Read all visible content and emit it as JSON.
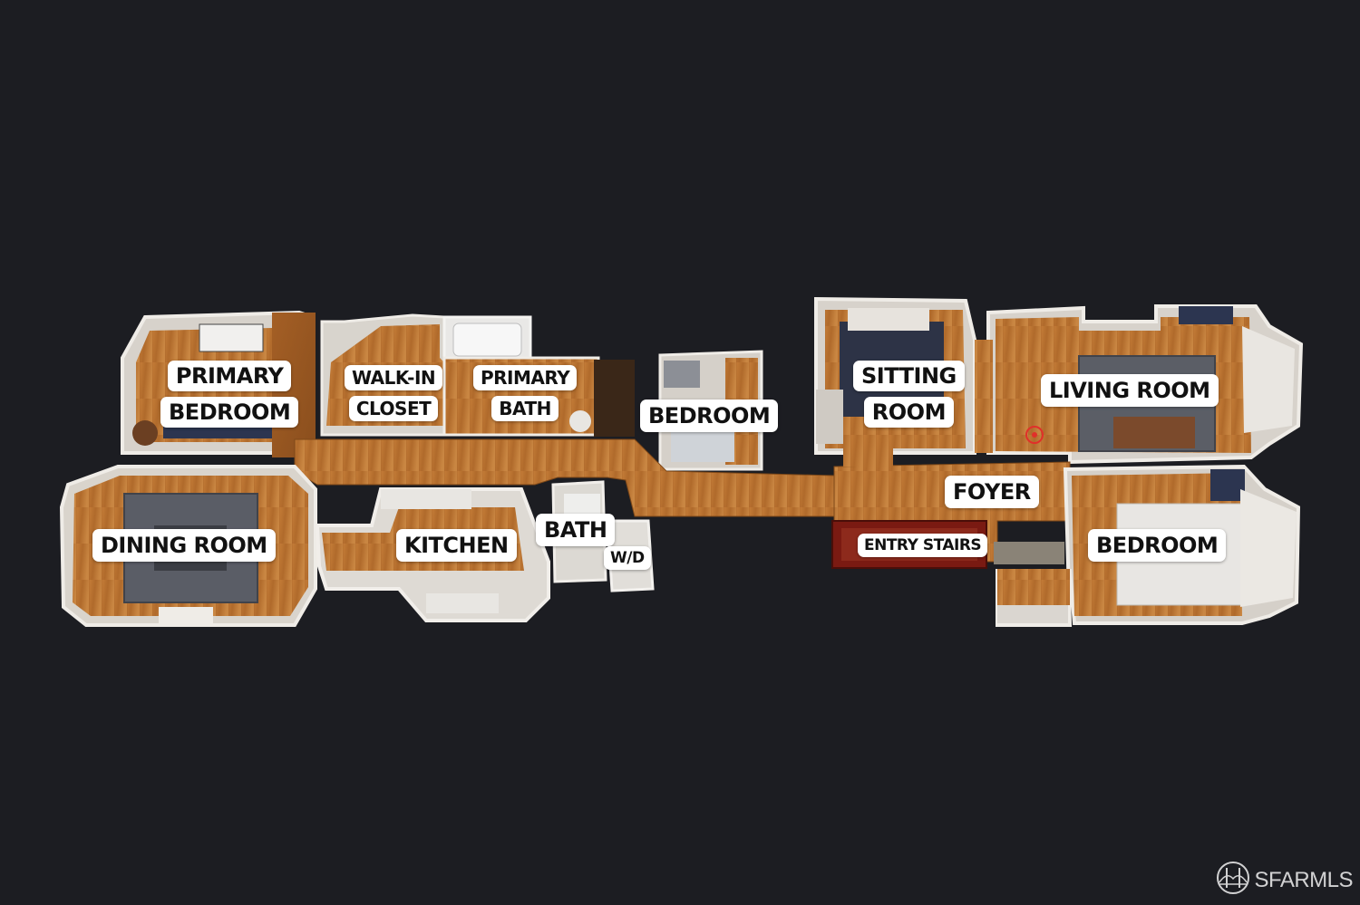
{
  "labels": {
    "primary_bedroom_1": "PRIMARY",
    "primary_bedroom_2": "BEDROOM",
    "walk_in_closet_1": "WALK-IN",
    "walk_in_closet_2": "CLOSET",
    "primary_bath_1": "PRIMARY",
    "primary_bath_2": "BATH",
    "bedroom_upper": "BEDROOM",
    "sitting_room_1": "SITTING",
    "sitting_room_2": "ROOM",
    "living_room": "LIVING ROOM",
    "foyer": "FOYER",
    "dining_room": "DINING ROOM",
    "kitchen": "KITCHEN",
    "bath": "BATH",
    "wd": "W/D",
    "entry_stairs": "ENTRY STAIRS",
    "bedroom_lower": "BEDROOM"
  },
  "watermark": {
    "text": "SFARMLS",
    "logo": "sfar-bridge-logo"
  },
  "colors": {
    "background": "#1c1d22",
    "floor_wood": "#b86f2e",
    "floor_wood_dark": "#8f5220",
    "wall": "#e6e2dc",
    "rug_gray": "#5a5d66",
    "rug_red": "#7a1a12",
    "label_bg": "#ffffff",
    "label_text": "#111111"
  }
}
